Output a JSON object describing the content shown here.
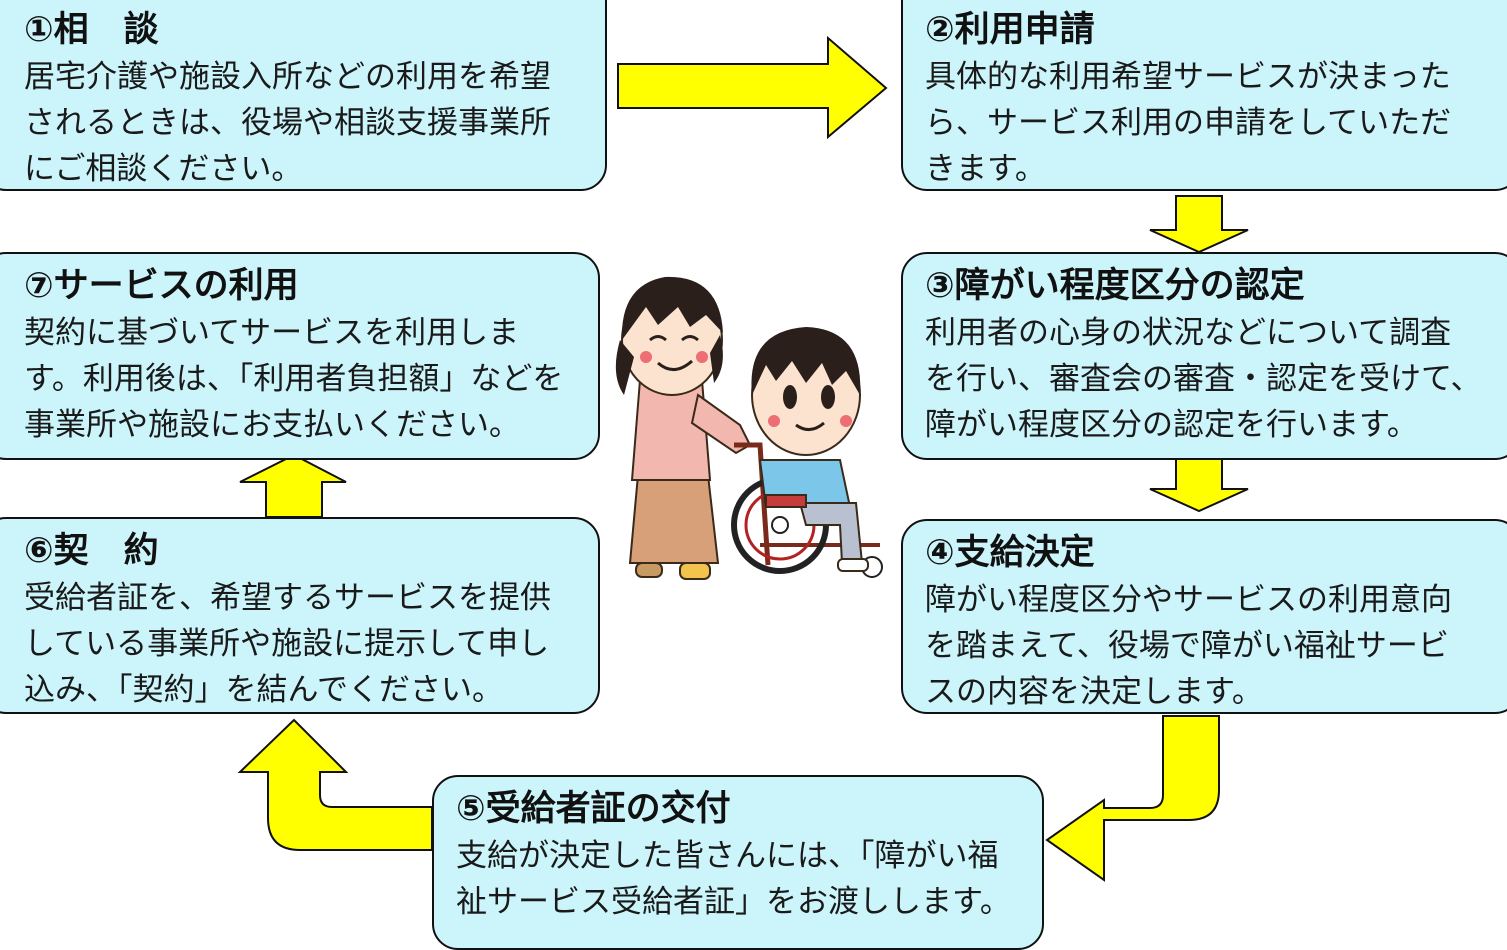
{
  "steps": [
    {
      "title": "①相　談",
      "lines": [
        "居宅介護や施設入所などの利用を希望",
        "されるときは、役場や相談支援事業所",
        "にご相談ください。"
      ]
    },
    {
      "title": "②利用申請",
      "lines": [
        "具体的な利用希望サービスが決まった",
        "ら、サービス利用の申請をしていただ",
        "きます。"
      ]
    },
    {
      "title": "③障がい程度区分の認定",
      "lines": [
        "利用者の心身の状況などについて調査",
        "を行い、審査会の審査・認定を受けて、",
        "障がい程度区分の認定を行います。"
      ]
    },
    {
      "title": "④支給決定",
      "lines": [
        "障がい程度区分やサービスの利用意向",
        "を踏まえて、役場で障がい福祉サービ",
        "スの内容を決定します。"
      ]
    },
    {
      "title": "⑤受給者証の交付",
      "lines": [
        "支給が決定した皆さんには、「障がい福",
        "祉サービス受給者証」をお渡しします。"
      ]
    },
    {
      "title": "⑥契　約",
      "lines": [
        "受給者証を、希望するサービスを提供",
        "している事業所や施設に提示して申し",
        "込み、「契約」を結んでください。"
      ]
    },
    {
      "title": "⑦サービスの利用",
      "lines": [
        "契約に基づいてサービスを利用しま",
        "す。利用後は、「利用者負担額」などを",
        "事業所や施設にお支払いください。"
      ]
    }
  ],
  "colors": {
    "box_fill": "#ccf5fb",
    "arrow_fill": "#ffff00",
    "outline": "#111111"
  },
  "illustration": {
    "icon": "caregiver-pushing-wheelchair-icon"
  }
}
